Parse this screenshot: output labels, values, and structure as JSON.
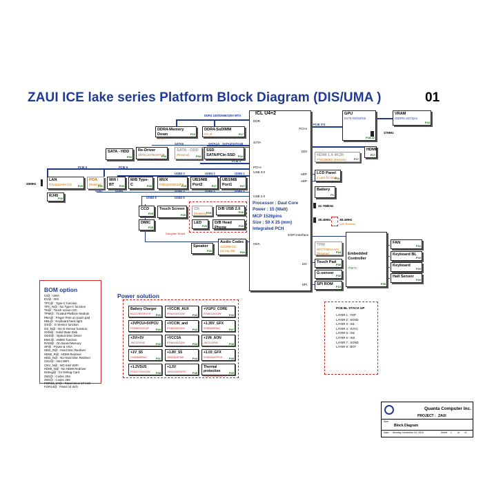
{
  "title": "ZAUI ICE lake series Platform Block Diagram (DIS/UMA )",
  "page_number": "01",
  "pch": {
    "title": "ICL U4+2",
    "ports_left": [
      "DDR",
      "SATA",
      "PCI-e",
      "USB 3.0",
      "USB 2.0",
      "HDA"
    ],
    "ports_right": [
      "PCI-e",
      "DDI",
      "eDP",
      "eDP",
      "I2C",
      "SPI"
    ],
    "espi": "ESPI Interface"
  },
  "processor_info": [
    "Processor : Daul Core",
    "Power : 15 (Watt)",
    "MCP 1526pins",
    "Size : 50 X 25 (mm)",
    "Integrated PCH"
  ],
  "buses": {
    "ddr": "DDR4 2400/2666/3200 MT/s",
    "sata0": "SATA0",
    "sata1a": "SATA1A",
    "sata2": "SATA2/SATA1B",
    "pcie3": "PCIE 3",
    "pcie5": "PCIE 5",
    "pcie6": "PCIE 6",
    "usb3_3": "USB3 3",
    "usb3_2": "USB3 2",
    "usb3_1": "USB3 1",
    "usb7": "USB7",
    "usb4": "USB4",
    "usb2_6": "USB2 6",
    "usb2_5": "USB2 5",
    "usb2_3": "USB2 3",
    "usb2_2": "USB2 2",
    "usb2_1": "USB2 1",
    "pcie_x4": "PCIE 3*4"
  },
  "blocks": {
    "ddr4_down": {
      "name": "DDR4-Memory Down",
      "sub": "CH_A",
      "page": "P16"
    },
    "ddr4_sodimm": {
      "name": "DDR4-SoDIMM",
      "sub": "CH_B",
      "page": "P17"
    },
    "sata_hdd": {
      "name": "SATA - HDD",
      "page": "P33"
    },
    "redriver": {
      "name": "Re-Driver",
      "sub": "SN75LVCP601RTJR",
      "page": "P33"
    },
    "sata_odd": {
      "name": "SATA - ODD",
      "sub": "(Reserve)",
      "page": "P33"
    },
    "ssd": {
      "name": "SSD",
      "name2": "SATA/PCIe-SSD",
      "page": "P32"
    },
    "lan": {
      "name": "LAN",
      "sub": "RTL8111HSH-CG",
      "page": "P29"
    },
    "rj45": {
      "name": "RJ45",
      "page": "P30"
    },
    "lan_clk": "25MHz",
    "poa": {
      "name": "POA",
      "sub": "(Reserve)",
      "page": "P31"
    },
    "wifi": {
      "name": "Wifi / BT",
      "page": "P30"
    },
    "mb_typec": {
      "name": "M/B Type-C",
      "page": "P28"
    },
    "mux": {
      "name": "MUX",
      "sub": "PI3EQX202D2ZFE",
      "page": "P28"
    },
    "ub3_port2": {
      "name": "UB3/MB Port2",
      "page": "P27"
    },
    "ub3_port1": {
      "name": "UB3/MB Port1",
      "page": "P27"
    },
    "ccd": {
      "name": "CCD",
      "page": "P25"
    },
    "dmic": {
      "name": "DMIC",
      "page": "P25"
    },
    "touchscreen": {
      "name": "Touch Screen",
      "page": "P25"
    },
    "cr": {
      "name": "CR",
      "sub": "(Reserve)",
      "page": "P29"
    },
    "db_usb": {
      "name": "D/B USB 2.0",
      "page": "P26"
    },
    "led": {
      "name": "LED",
      "page": "P25"
    },
    "db_headphone": {
      "name": "D/B Head Phone",
      "page": "P35"
    },
    "daughter_board": "Daughter Board",
    "speaker": {
      "name": "Speaker",
      "page": "P26"
    },
    "audio": {
      "name": "Audio Codec",
      "sub": "ALC256-CG",
      "sub2": "Co-Lay 236",
      "page": "P26"
    },
    "gpu": {
      "name": "GPU",
      "sub": "N17S-G0/G2/G5",
      "page": "P18-22"
    },
    "vram": {
      "name": "VRAM",
      "sub": "GDDR5 x32*2pcs",
      "page": "P23"
    },
    "gpu_clk": "27MHz",
    "hdmi": {
      "name": "HDMI",
      "page": "P27"
    },
    "hdmi_redriver": {
      "name": "HDMI 1.4 4K2K",
      "sub": "PTN3366BS (Reserve)",
      "page": "P27"
    },
    "lcd": {
      "name": "LCD Panel",
      "sub": "2 Lane for MUX",
      "page": "P24"
    },
    "battery": {
      "name": "Battery",
      "page": "P1"
    },
    "rtc_clk": "32.768kHz",
    "clk_38": "38.4MHz",
    "clk_38b": "38.4MHz",
    "u42": "U42 Reserve",
    "tpm": {
      "name": "TPM",
      "sub": "NPCT750AAAYX",
      "sub2": "(Reserve)",
      "page": "P34"
    },
    "touchpad": {
      "name": "Touch Pad",
      "page": "P35"
    },
    "gsensor": {
      "name": "G-sensor",
      "page": "P35"
    },
    "spirom": {
      "name": "SPI ROM",
      "page": "P19"
    },
    "ec": {
      "name": "Embedded Controller",
      "sub": "IT5571",
      "page": "P35"
    },
    "fan": {
      "name": "FAN",
      "page": "P33"
    },
    "kb_bl": {
      "name": "Keyboard BL",
      "page": "P33"
    },
    "keyboard": {
      "name": "Keyboard",
      "page": "P33"
    },
    "hall": {
      "name": "Hall Sensor",
      "page": "P33"
    }
  },
  "bom": {
    "title": "BOM option",
    "items": [
      "IV@ : UMA",
      "EV@ : DIS",
      "TPC@ : Type-C function",
      "TPC_N@ : No Type-C function",
      "TS@ : Touch screen I2C",
      "TPM@ : Trusted Platform Module",
      "PBA@ : Finger Print on touch pad",
      "KBL@ : Keyboard back light",
      "GS@ : G-Sensor function",
      "GS_N@ : No G-Sensor function",
      "SSD@ : Solid State Disk",
      "ODD@ : Optical Disc Driver",
      "EMC@ : eMMC function",
      "RAM@ : On Board Memory",
      "SP@ : Power & VGA",
      "HDD_R@ : Hard Disc Redriver",
      "HDMI_R@ : HDMI Redriver",
      "HDD_N@ : No Hard Disc Redriver",
      "CNV@ : Intel WIFI",
      "CNV_N@ : NO Intel WIFI",
      "HDMI_N@ : No HDMI Redriver",
      "Debug@ : for Debug Card",
      "25G@ : Codec 25S",
      "25G@ : Codec 256",
      "FOR15_17@ : Panel 15 or 17 inch",
      "FOR14@ : Panel 14 inch"
    ]
  },
  "power": {
    "title": "Power solution",
    "items": [
      {
        "name": "Battery Charger",
        "sub": "BQ24780SRUYR",
        "page": "P40"
      },
      {
        "name": "+VCCIN_AUX",
        "sub": "RT6610DGQW",
        "page": "P43"
      },
      {
        "name": "+VGPU_CORE",
        "sub": "RT8812AGQW",
        "page": "P46"
      },
      {
        "name": "+3VPCU/+5VPCU",
        "sub": "RT6589CDGQF",
        "page": "P40"
      },
      {
        "name": "+VCCIN_and",
        "sub": "RT6610DGQW",
        "page": "P42"
      },
      {
        "name": "+1.35V_GFX",
        "sub": "SY8286RRAC",
        "page": "P47"
      },
      {
        "name": "+3V/+5V",
        "sub": "JW7115FNC",
        "page": "P40"
      },
      {
        "name": "+VCCSA",
        "sub": "RT6610DGQW",
        "page": "P43"
      },
      {
        "name": "+1V8_AON",
        "sub": "JW7115FNC",
        "page": "P48"
      },
      {
        "name": "+1V_S5",
        "sub": "SY8286RRAC",
        "page": "P41"
      },
      {
        "name": "+1.8V_S5",
        "sub": "JW5211DFNB",
        "page": "P44"
      },
      {
        "name": "+1.03_GFX",
        "sub": "SY8006ATFP15",
        "page": "P45"
      },
      {
        "name": "+1.2VSUS",
        "sub": "RT8207ODGQW",
        "page": "P48"
      },
      {
        "name": "+1.5V",
        "sub": "JW5224DFNTR",
        "page": "P45"
      },
      {
        "name": "Thermal protection",
        "sub": "PMBT3904BESYR",
        "page": "P49"
      }
    ]
  },
  "stackup": {
    "title": "PCB BL STACK UP",
    "layers": [
      "LAYER 1 : TOP",
      "LAYER 2 : SGND",
      "LAYER 3 : IN1",
      "LAYER 4 : SVCC",
      "LAYER 5 : IN2",
      "LAYER 6 : IN3",
      "LAYER 7 : SGND",
      "LAYER 8 : BOT"
    ]
  },
  "titleblock": {
    "company": "Quanta Computer Inc.",
    "project_label": "PROJECT :",
    "project": "ZAUI",
    "doc_label": "Size",
    "doc_title": "Block Diagram",
    "date_label": "Date :",
    "date": "Monday, November 04, 2019",
    "sheet_label": "Sheet",
    "sheet": "1",
    "of_label": "of",
    "of": "47"
  }
}
